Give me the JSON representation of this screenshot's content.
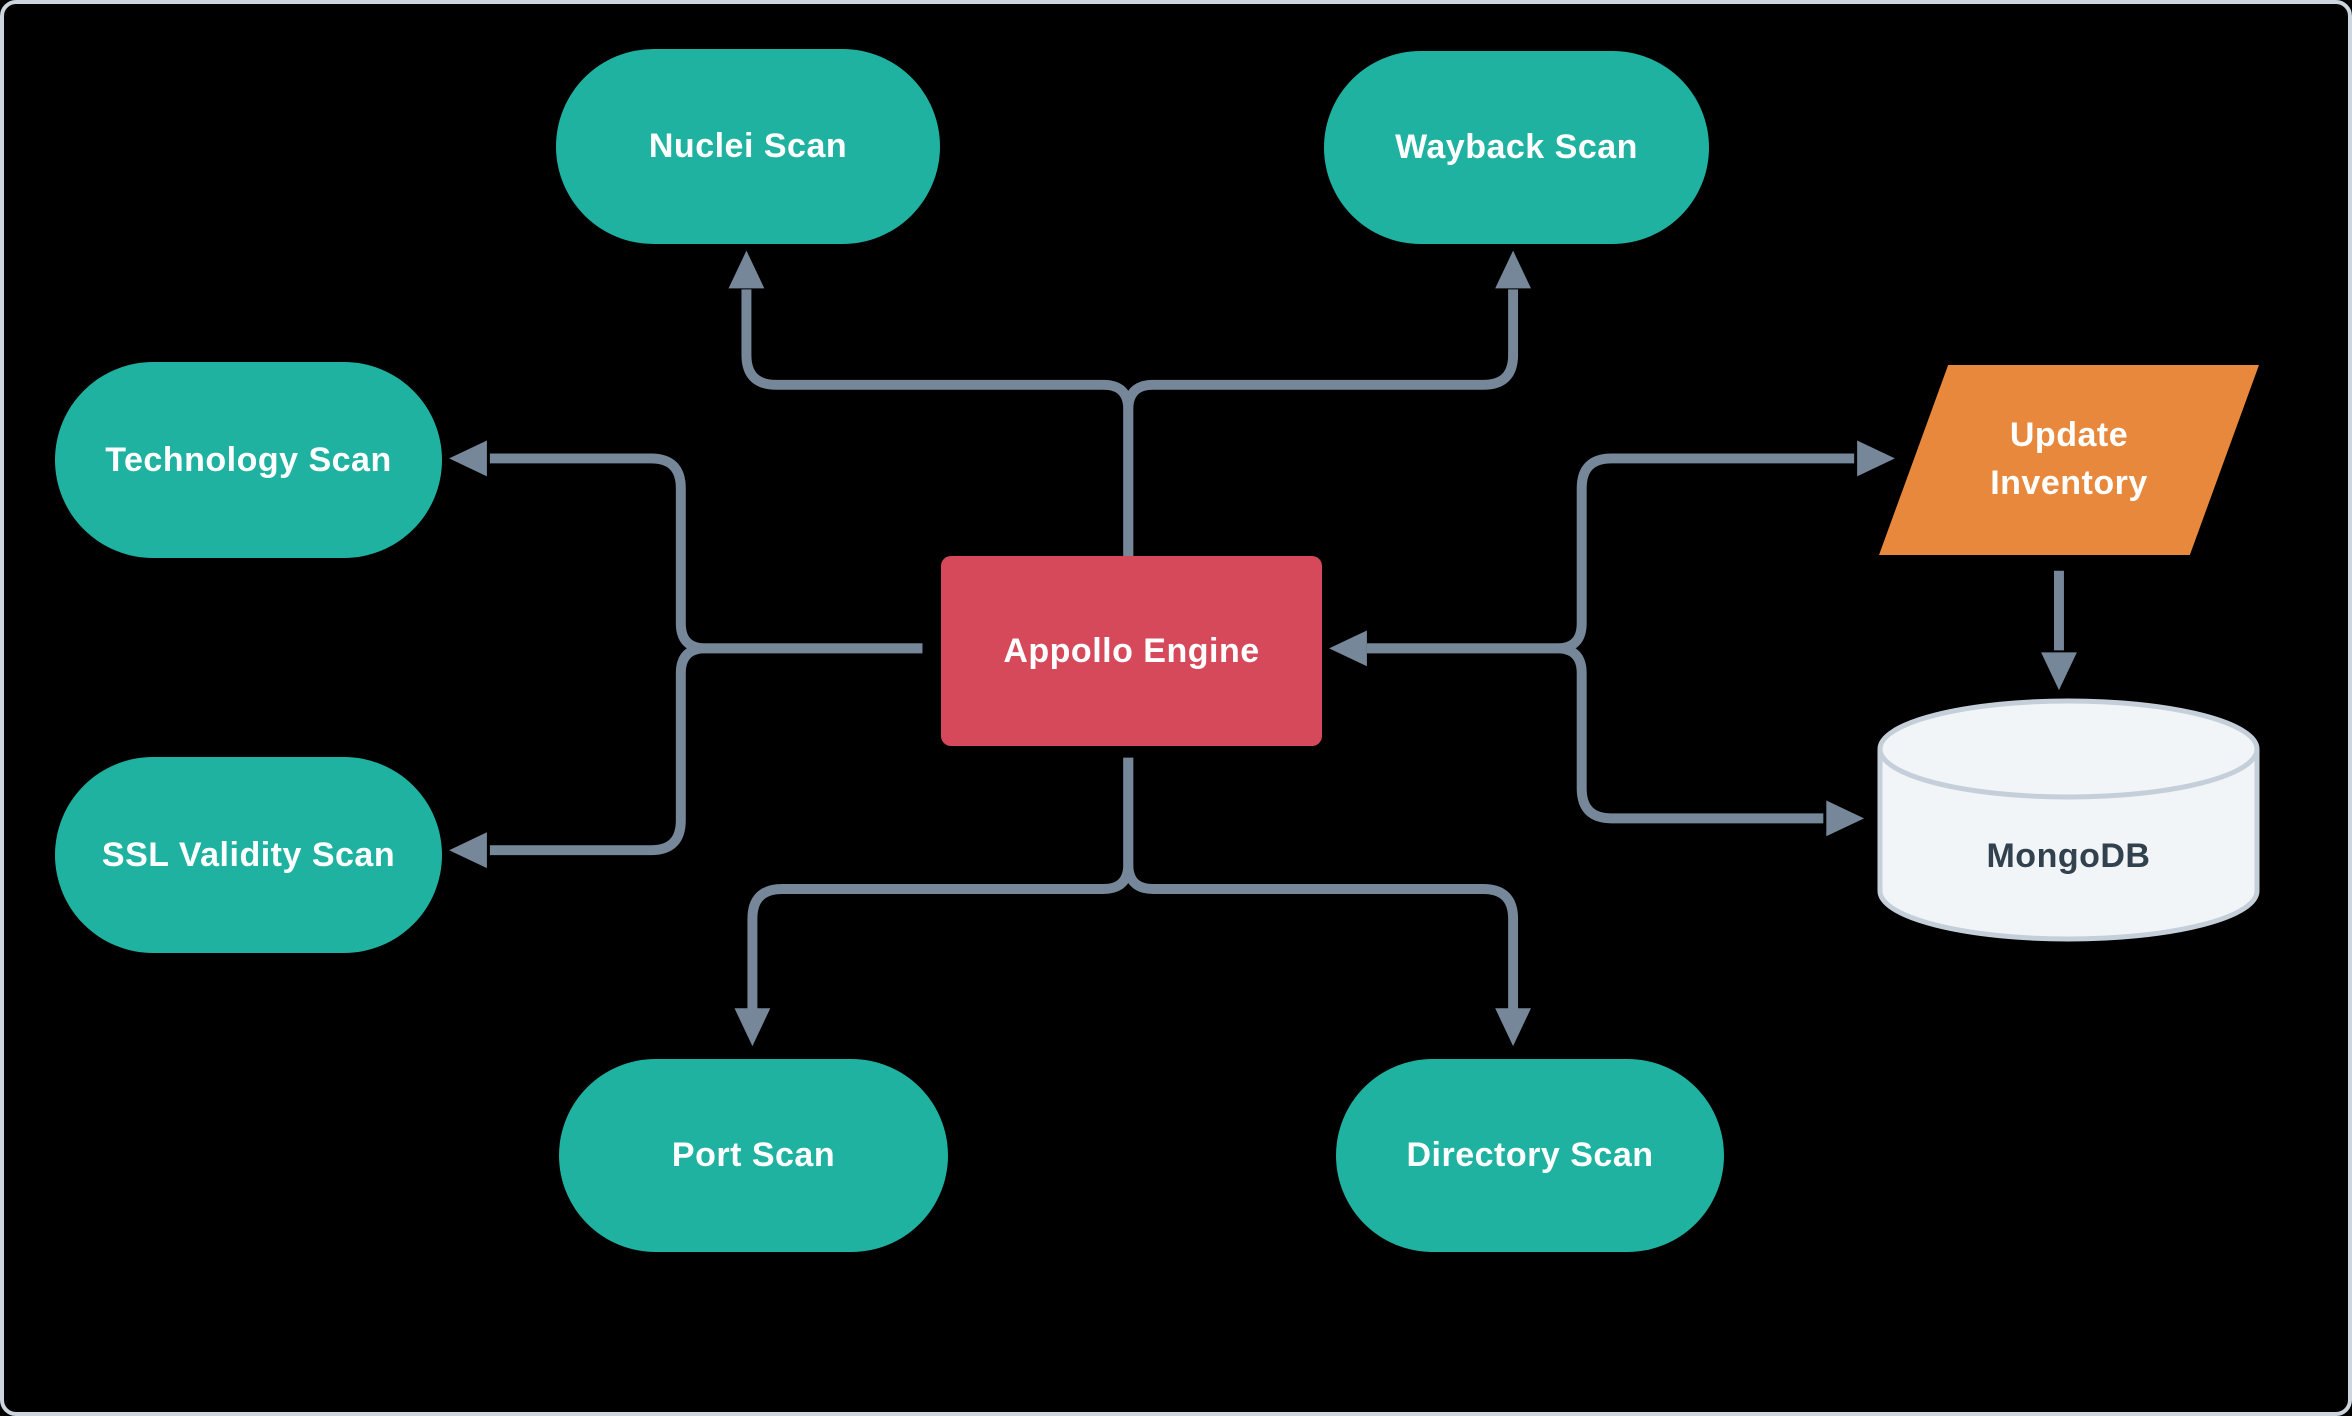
{
  "frame": {
    "background": "#000000",
    "border_color": "#CDD5DF"
  },
  "colors": {
    "teal": "#1FB2A1",
    "red": "#D6495B",
    "orange": "#E8883C",
    "edge": "#76879A",
    "frame-border": "#CDD5DF",
    "cylinder-fill": "#F2F5F7",
    "cylinder-stroke": "#C5CFD9",
    "node-text": "#FFFFFF",
    "db-text": "#31414E"
  },
  "nodes": {
    "nuclei": {
      "label": "Nuclei Scan",
      "shape": "stadium"
    },
    "wayback": {
      "label": "Wayback Scan",
      "shape": "stadium"
    },
    "technology": {
      "label": "Technology Scan",
      "shape": "stadium"
    },
    "ssl": {
      "label": "SSL Validity Scan",
      "shape": "stadium"
    },
    "engine": {
      "label": "Appollo Engine",
      "shape": "rectangle"
    },
    "port": {
      "label": "Port Scan",
      "shape": "stadium"
    },
    "directory": {
      "label": "Directory Scan",
      "shape": "stadium"
    },
    "update_inventory": {
      "label": "Update Inventory",
      "shape": "parallelogram"
    },
    "mongodb": {
      "label": "MongoDB",
      "shape": "cylinder"
    }
  },
  "edges": [
    {
      "from": "appollo-engine",
      "to": "nuclei-scan"
    },
    {
      "from": "appollo-engine",
      "to": "wayback-scan"
    },
    {
      "from": "appollo-engine",
      "to": "technology-scan"
    },
    {
      "from": "appollo-engine",
      "to": "ssl-validity-scan"
    },
    {
      "from": "appollo-engine",
      "to": "port-scan"
    },
    {
      "from": "appollo-engine",
      "to": "directory-scan"
    },
    {
      "from": "appollo-engine",
      "to": "update-inventory"
    },
    {
      "from": "appollo-engine",
      "to": "mongodb",
      "bidirectional": true
    },
    {
      "from": "update-inventory",
      "to": "mongodb"
    }
  ]
}
